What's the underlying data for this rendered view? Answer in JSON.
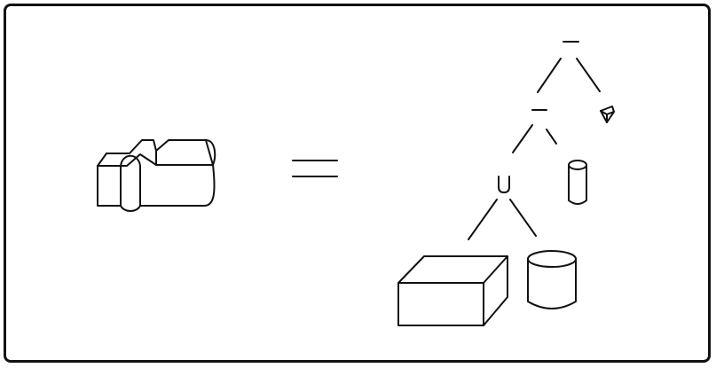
{
  "diagram": {
    "equals_symbol": "=",
    "tree": {
      "root_operator": "−",
      "inner_operator": "−",
      "union_operator": "∪"
    },
    "primitives": [
      "result-solid",
      "box",
      "cylinder",
      "cylinder",
      "wedge"
    ]
  }
}
